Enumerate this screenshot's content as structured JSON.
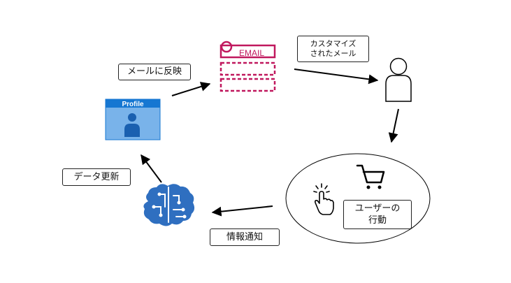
{
  "diagram": {
    "email_card": {
      "label": "EMAIL"
    },
    "profile_card": {
      "title": "Profile"
    },
    "labels": {
      "reflect_to_mail": "メールに反映",
      "customized_mail": [
        "カスタマイズ",
        "されたメール"
      ],
      "user_action": [
        "ユーザーの",
        "行動"
      ],
      "info_notify": "情報通知",
      "data_update": "データ更新"
    },
    "colors": {
      "email_accent": "#c0185e",
      "profile_header": "#1677d2",
      "profile_body": "#79b3ea",
      "ai_blue": "#2f6fc0",
      "arrow": "#000000"
    }
  }
}
